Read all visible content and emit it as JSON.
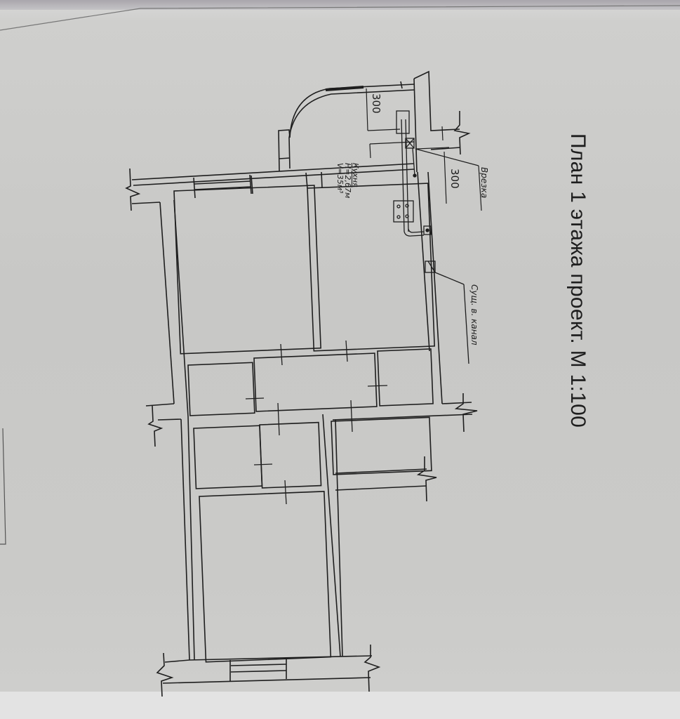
{
  "document": {
    "title": "План 1 этажа проект. М 1:100",
    "orientation": "rotated 90° clockwise",
    "colors": {
      "paper": "#c9c9c7",
      "ink": "#1e1e1e"
    }
  },
  "annotations": {
    "cut_in": "Врезка",
    "existing_vent_channel": "Сущ. в. канал",
    "dimension_top": "300",
    "dimension_right": "300"
  },
  "kitchen": {
    "name": "Кухня",
    "height": "H=2,67м",
    "volume": "V=35м³"
  }
}
